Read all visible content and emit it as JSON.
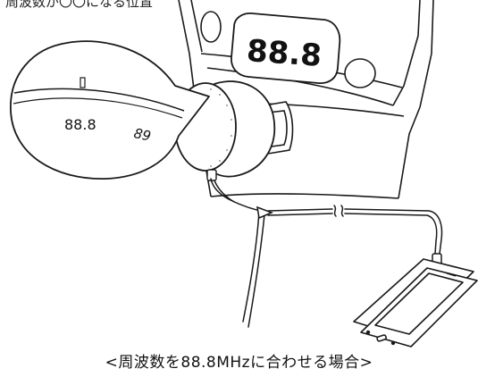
{
  "top_text": "周波数が〇〇になる位置",
  "display_freq": "88.8",
  "zoom": {
    "freq_label": "88.8",
    "dial_number": "89"
  },
  "caption": "<周波数を88.8MHzに合わせる場合>",
  "colors": {
    "line": "#1a1a1a",
    "fill": "#ffffff",
    "display_text": "#111111"
  }
}
